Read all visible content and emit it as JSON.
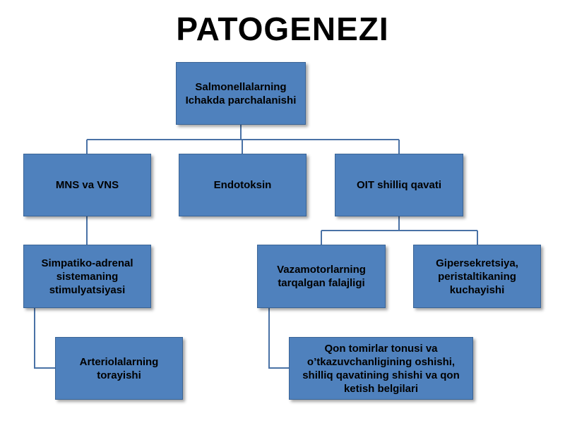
{
  "title": "PATOGENEZI",
  "colors": {
    "box_fill": "#4f81bd",
    "connector": "#4a72a6",
    "text": "#000000"
  },
  "nodes": {
    "root": "Salmonellalarning Ichakda parchalanishi",
    "mns": "MNS va VNS",
    "endotoksin": "Endotoksin",
    "oit": "OIT shilliq qavati",
    "simpatiko": "Simpatiko-adrenal sistemaning stimulyatsiyasi",
    "vazamotor": "Vazamotorlarning tarqalgan falajligi",
    "gipersekretsiya": "Gipersekretsiya, peristaltikaning kuchayishi",
    "arteriola": "Arteriolalarning torayishi",
    "qon": "Qon tomirlar tonusi va o’tkazuvchanligining oshishi, shilliq qavatining shishi va qon ketish belgilari"
  }
}
